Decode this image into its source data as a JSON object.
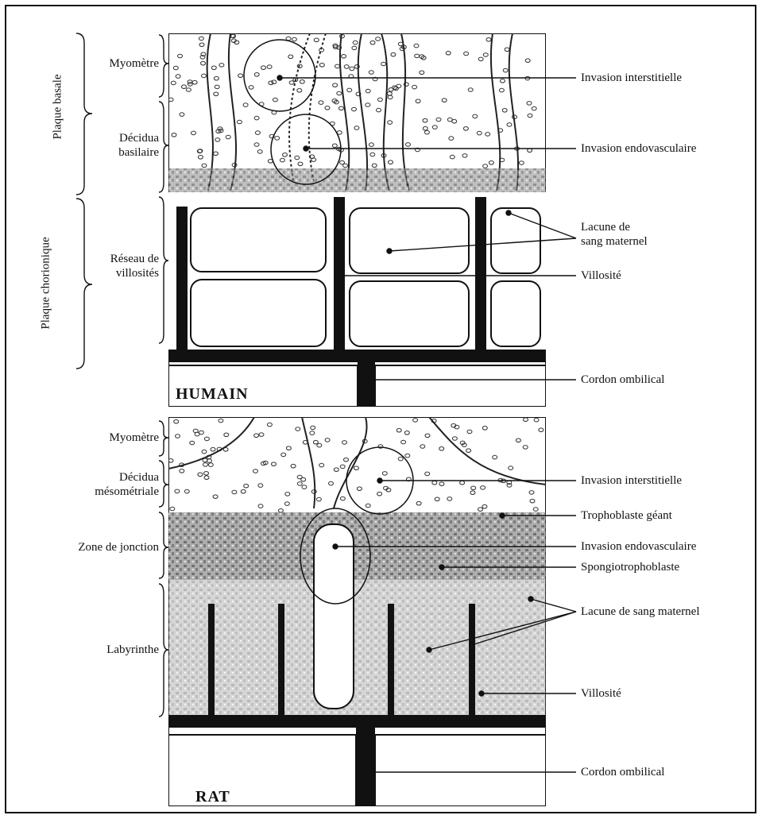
{
  "human": {
    "species_label": "HUMAIN",
    "groups": {
      "plaque_basale": "Plaque basale",
      "plaque_chorionique": "Plaque chorionique"
    },
    "layers": {
      "myometre": "Myomètre",
      "decidua_line1": "Décidua",
      "decidua_line2": "basilaire",
      "reseau_line1": "Réseau de",
      "reseau_line2": "villosités"
    },
    "callouts": {
      "invasion_interstitielle": "Invasion interstitielle",
      "invasion_endovasculaire": "Invasion endovasculaire",
      "lacune_line1": "Lacune de",
      "lacune_line2": "sang maternel",
      "villosite": "Villosité",
      "cordon": "Cordon ombilical"
    }
  },
  "rat": {
    "species_label": "RAT",
    "layers": {
      "myometre": "Myomètre",
      "decidua_line1": "Décidua",
      "decidua_line2": "mésométriale",
      "zone_jonction": "Zone de jonction",
      "labyrinthe": "Labyrinthe"
    },
    "callouts": {
      "invasion_interstitielle": "Invasion interstitielle",
      "trophoblaste_geant": "Trophoblaste géant",
      "invasion_endovasculaire": "Invasion endovasculaire",
      "spongiotrophoblaste": "Spongiotrophoblaste",
      "lacune": "Lacune de sang maternel",
      "villosite": "Villosité",
      "cordon": "Cordon ombilical"
    }
  }
}
